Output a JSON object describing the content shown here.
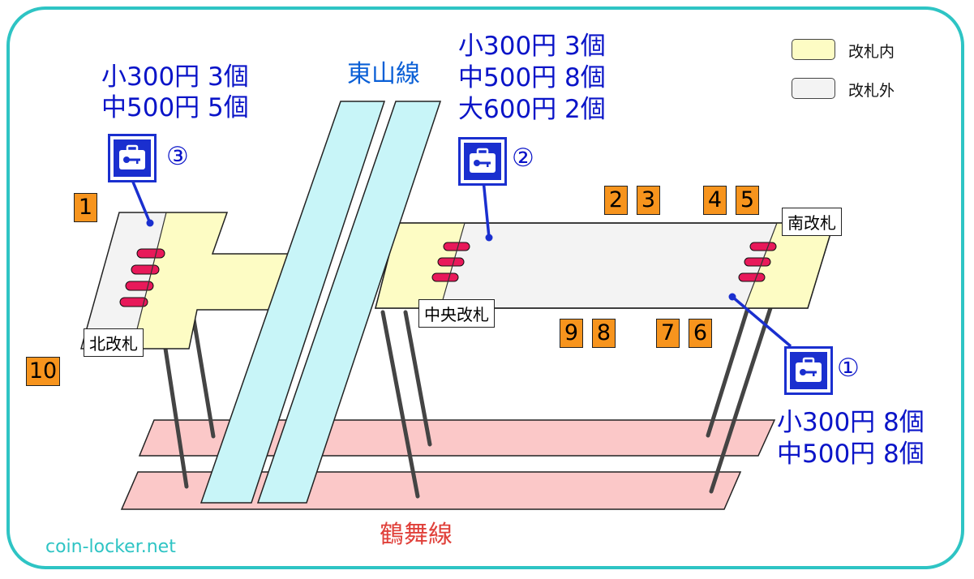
{
  "lines": {
    "higashiyama": {
      "label": "東山線",
      "color": "#0a5fd6"
    },
    "tsurumai": {
      "label": "鶴舞線",
      "color": "#e0403a"
    }
  },
  "legend": {
    "inside": {
      "label": "改札内",
      "color": "#fdfcc4"
    },
    "outside": {
      "label": "改札外",
      "color": "#f3f3f3"
    }
  },
  "gates": {
    "north": "北改札",
    "central": "中央改札",
    "south": "南改札"
  },
  "lockers": [
    {
      "id": "1",
      "mark": "①",
      "lines": [
        "小300円 8個",
        "中500円 8個"
      ]
    },
    {
      "id": "2",
      "mark": "②",
      "lines": [
        "小300円 3個",
        "中500円 8個",
        "大600円 2個"
      ]
    },
    {
      "id": "3",
      "mark": "③",
      "lines": [
        "小300円 3個",
        "中500円 5個"
      ]
    }
  ],
  "exits": [
    "1",
    "2",
    "3",
    "4",
    "5",
    "9",
    "8",
    "7",
    "6",
    "10"
  ],
  "footer": "coin-locker.net",
  "colors": {
    "frame": "#2ec4c4",
    "platform_pink": "#fbc8c8",
    "track_cyan": "#c8f5f8",
    "exit_orange": "#f7941d",
    "locker_blue": "#1a2fcf",
    "gate_marker": "#e8195a"
  }
}
